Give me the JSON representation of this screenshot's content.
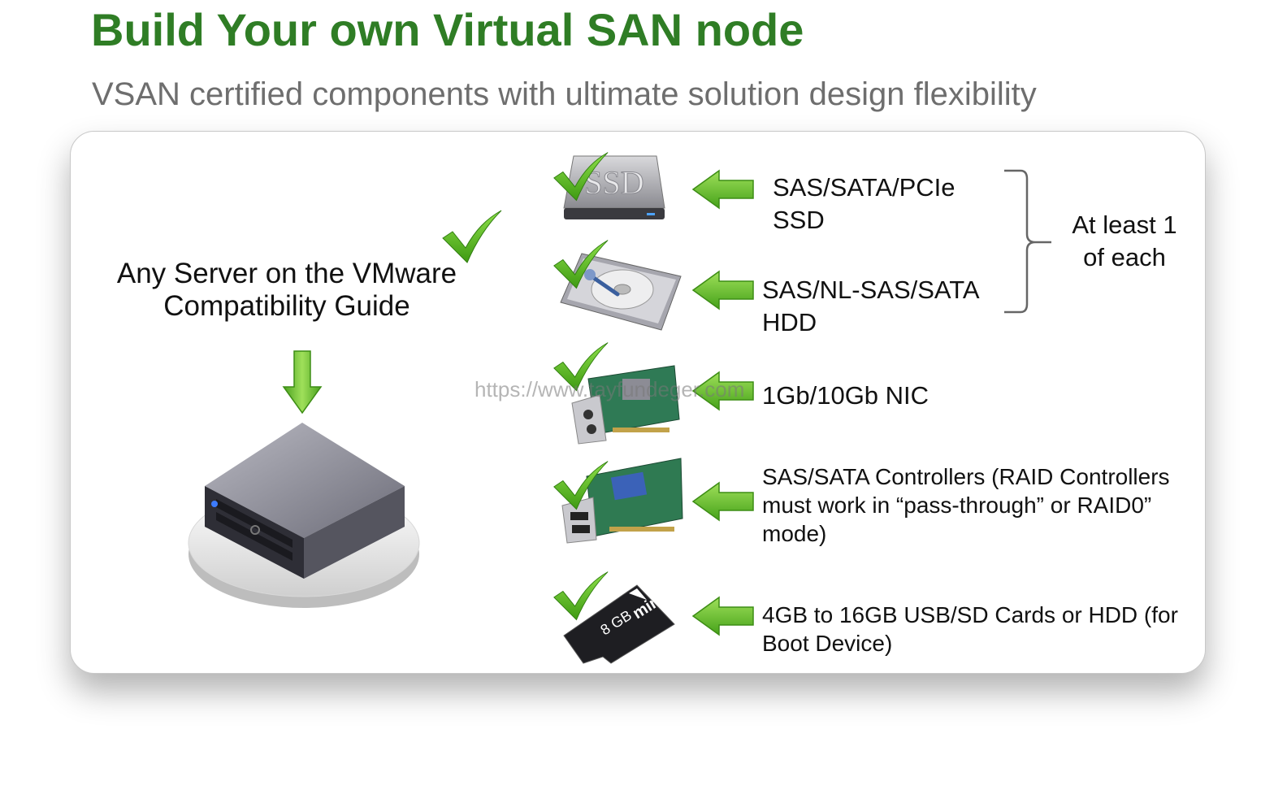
{
  "title": "Build Your own Virtual SAN node",
  "subtitle": "VSAN certified components with ultimate solution design flexibility",
  "server": {
    "label_line1": "Any Server on the VMware",
    "label_line2": "Compatibility Guide"
  },
  "components": [
    {
      "line1": "SAS/SATA/PCIe",
      "line2": "SSD"
    },
    {
      "line1": "SAS/NL-SAS/SATA",
      "line2": "HDD"
    },
    {
      "line1": "1Gb/10Gb NIC"
    },
    {
      "line1": "SAS/SATA Controllers (RAID Controllers",
      "line2": "must work in “pass-through” or RAID0”",
      "line3": "mode)"
    },
    {
      "line1": "4GB to 16GB USB/SD Cards or HDD (for",
      "line2": "Boot Device)"
    }
  ],
  "bracket": {
    "line1": "At least 1",
    "line2": "of each"
  },
  "ssd_text": "SSD",
  "sd_card": {
    "capacity": "8 GB",
    "brand": "mini"
  },
  "watermark": "https://www.tayfundeger.com",
  "colors": {
    "title_green": "#2f7d25",
    "arrow_green": "#5fb42e",
    "check_green": "#4aa11f"
  }
}
